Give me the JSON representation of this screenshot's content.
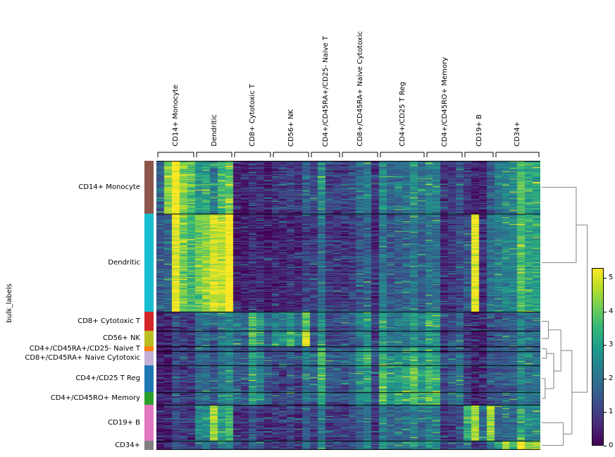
{
  "chart_data": {
    "type": "heatmap",
    "title": "",
    "ylabel": "bulk_labels",
    "colormap": {
      "name": "viridis",
      "stops": [
        [
          0,
          "#440154"
        ],
        [
          0.111,
          "#482878"
        ],
        [
          0.222,
          "#3e4989"
        ],
        [
          0.333,
          "#31688e"
        ],
        [
          0.444,
          "#26828e"
        ],
        [
          0.556,
          "#1f9e89"
        ],
        [
          0.667,
          "#35b779"
        ],
        [
          0.778,
          "#6ece58"
        ],
        [
          0.889,
          "#b5de2b"
        ],
        [
          1,
          "#fde725"
        ]
      ]
    },
    "vmin": 0,
    "vmax": 5.3,
    "colorbar_ticks": [
      0,
      1,
      2,
      3,
      4,
      5
    ],
    "legend_position": "right",
    "row_groups": [
      {
        "label": "CD14+ Monocyte",
        "color": "#8c564b",
        "size": 75
      },
      {
        "label": "Dendritic",
        "color": "#17becf",
        "size": 139
      },
      {
        "label": "CD8+ Cytotoxic T",
        "color": "#d62728",
        "size": 27
      },
      {
        "label": "CD56+ NK",
        "color": "#bcbd22",
        "size": 22
      },
      {
        "label": "CD4+/CD45RA+/CD25- Naive T",
        "color": "#ff7f0e",
        "size": 7
      },
      {
        "label": "CD8+/CD45RA+ Naive Cytotoxic",
        "color": "#c5b0d5",
        "size": 20
      },
      {
        "label": "CD4+/CD25 T Reg",
        "color": "#1f77b4",
        "size": 38
      },
      {
        "label": "CD4+/CD45RO+ Memory",
        "color": "#2ca02c",
        "size": 18
      },
      {
        "label": "CD19+ B",
        "color": "#e377c2",
        "size": 51
      },
      {
        "label": "CD34+",
        "color": "#7f7f7f",
        "size": 13
      }
    ],
    "col_groups": [
      {
        "label": "CD14+ Monocyte",
        "genes": 5
      },
      {
        "label": "Dendritic",
        "genes": 5
      },
      {
        "label": "CD8+ Cytotoxic T",
        "genes": 5
      },
      {
        "label": "CD56+ NK",
        "genes": 5
      },
      {
        "label": "CD4+/CD45RA+/CD25- Naive T",
        "genes": 4
      },
      {
        "label": "CD8+/CD45RA+ Naive Cytotoxic",
        "genes": 5
      },
      {
        "label": "CD4+/CD25 T Reg",
        "genes": 6
      },
      {
        "label": "CD4+/CD45RO+ Memory",
        "genes": 5
      },
      {
        "label": "CD19+ B",
        "genes": 4
      },
      {
        "label": "CD34+",
        "genes": 6
      }
    ],
    "block_means": [
      [
        3.4,
        3.0,
        0.6,
        1.0,
        1.6,
        1.6,
        1.6,
        1.6,
        1.0,
        2.4
      ],
      [
        3.2,
        4.3,
        0.5,
        0.6,
        1.2,
        1.2,
        1.3,
        1.3,
        1.4,
        2.4
      ],
      [
        0.7,
        1.8,
        2.6,
        2.4,
        1.8,
        2.0,
        1.9,
        2.0,
        0.9,
        1.4
      ],
      [
        0.7,
        1.8,
        2.6,
        3.2,
        1.6,
        1.8,
        1.7,
        1.8,
        0.8,
        1.5
      ],
      [
        0.7,
        1.7,
        1.9,
        1.2,
        2.4,
        2.3,
        2.1,
        2.0,
        1.0,
        1.5
      ],
      [
        0.7,
        1.7,
        2.1,
        1.4,
        2.4,
        2.5,
        2.1,
        2.0,
        1.0,
        1.6
      ],
      [
        0.7,
        1.9,
        2.0,
        1.2,
        2.2,
        2.1,
        2.5,
        2.3,
        1.0,
        1.5
      ],
      [
        0.7,
        1.9,
        2.2,
        1.3,
        2.1,
        2.1,
        2.4,
        2.5,
        1.0,
        1.5
      ],
      [
        0.8,
        2.6,
        0.9,
        0.9,
        1.4,
        1.4,
        1.5,
        1.5,
        3.3,
        1.9
      ],
      [
        0.9,
        1.9,
        1.4,
        1.2,
        1.7,
        1.7,
        1.8,
        1.8,
        1.5,
        3.3
      ]
    ],
    "highlights": [
      {
        "row": 1,
        "col_group": 8,
        "gene": 1,
        "value": 5.2
      },
      {
        "row": 8,
        "col_group": 1,
        "gene": 2,
        "value": 4.6
      },
      {
        "row": 0,
        "col_group": 0,
        "gene": 1,
        "value": 4.4
      },
      {
        "row": 1,
        "col_group": 1,
        "gene": 2,
        "value": 5.0
      },
      {
        "row": 8,
        "col_group": 8,
        "gene": 1,
        "value": 4.5
      },
      {
        "row": 9,
        "col_group": 9,
        "gene": 1,
        "value": 4.6
      }
    ],
    "dendrogram": {
      "height": 0.95,
      "children": [
        {
          "height": 0.72,
          "children": [
            {
              "leaf": 0
            },
            {
              "leaf": 1
            }
          ]
        },
        {
          "height": 0.63,
          "children": [
            {
              "height": 0.4,
              "children": [
                {
                  "height": 0.14,
                  "children": [
                    {
                      "leaf": 2
                    },
                    {
                      "leaf": 3
                    }
                  ]
                },
                {
                  "height": 0.25,
                  "children": [
                    {
                      "height": 0.1,
                      "children": [
                        {
                          "leaf": 4
                        },
                        {
                          "leaf": 5
                        }
                      ]
                    },
                    {
                      "height": 0.07,
                      "children": [
                        {
                          "leaf": 6
                        },
                        {
                          "leaf": 7
                        }
                      ]
                    }
                  ]
                }
              ]
            },
            {
              "height": 0.45,
              "children": [
                {
                  "leaf": 8
                },
                {
                  "leaf": 9
                }
              ]
            }
          ]
        }
      ]
    }
  }
}
